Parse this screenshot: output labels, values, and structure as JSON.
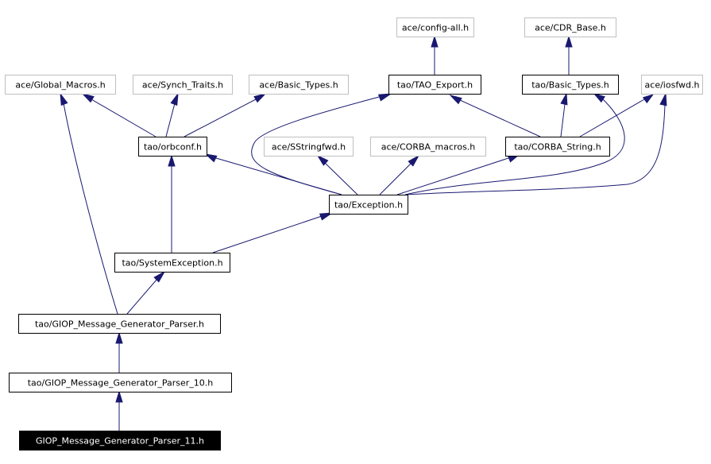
{
  "diagram": {
    "nodes": [
      {
        "id": "config_all",
        "label": "ace/config-all.h",
        "kind": "external"
      },
      {
        "id": "cdr_base",
        "label": "ace/CDR_Base.h",
        "kind": "external"
      },
      {
        "id": "global_macros",
        "label": "ace/Global_Macros.h",
        "kind": "external"
      },
      {
        "id": "synch_traits",
        "label": "ace/Synch_Traits.h",
        "kind": "external"
      },
      {
        "id": "ace_basic_types",
        "label": "ace/Basic_Types.h",
        "kind": "external"
      },
      {
        "id": "tao_export",
        "label": "tao/TAO_Export.h",
        "kind": "project"
      },
      {
        "id": "tao_basic_types",
        "label": "tao/Basic_Types.h",
        "kind": "project"
      },
      {
        "id": "iosfwd",
        "label": "ace/iosfwd.h",
        "kind": "external"
      },
      {
        "id": "orbconf",
        "label": "tao/orbconf.h",
        "kind": "project"
      },
      {
        "id": "sstringfwd",
        "label": "ace/SStringfwd.h",
        "kind": "external"
      },
      {
        "id": "corba_macros",
        "label": "ace/CORBA_macros.h",
        "kind": "external"
      },
      {
        "id": "corba_string",
        "label": "tao/CORBA_String.h",
        "kind": "project"
      },
      {
        "id": "exception",
        "label": "tao/Exception.h",
        "kind": "project"
      },
      {
        "id": "system_exception",
        "label": "tao/SystemException.h",
        "kind": "project"
      },
      {
        "id": "giop_parser",
        "label": "tao/GIOP_Message_Generator_Parser.h",
        "kind": "project"
      },
      {
        "id": "giop_parser_10",
        "label": "tao/GIOP_Message_Generator_Parser_10.h",
        "kind": "project"
      },
      {
        "id": "giop_parser_11",
        "label": "GIOP_Message_Generator_Parser_11.h",
        "kind": "current"
      }
    ],
    "edges": [
      {
        "from": "giop_parser_11",
        "to": "giop_parser_10"
      },
      {
        "from": "giop_parser_10",
        "to": "giop_parser"
      },
      {
        "from": "giop_parser",
        "to": "global_macros"
      },
      {
        "from": "giop_parser",
        "to": "system_exception"
      },
      {
        "from": "system_exception",
        "to": "orbconf"
      },
      {
        "from": "system_exception",
        "to": "exception"
      },
      {
        "from": "orbconf",
        "to": "global_macros"
      },
      {
        "from": "orbconf",
        "to": "synch_traits"
      },
      {
        "from": "orbconf",
        "to": "ace_basic_types"
      },
      {
        "from": "exception",
        "to": "orbconf"
      },
      {
        "from": "exception",
        "to": "tao_export"
      },
      {
        "from": "exception",
        "to": "sstringfwd"
      },
      {
        "from": "exception",
        "to": "corba_macros"
      },
      {
        "from": "exception",
        "to": "corba_string"
      },
      {
        "from": "exception",
        "to": "tao_basic_types"
      },
      {
        "from": "exception",
        "to": "iosfwd"
      },
      {
        "from": "tao_export",
        "to": "config_all"
      },
      {
        "from": "tao_basic_types",
        "to": "cdr_base"
      },
      {
        "from": "corba_string",
        "to": "tao_export"
      },
      {
        "from": "corba_string",
        "to": "tao_basic_types"
      },
      {
        "from": "corba_string",
        "to": "iosfwd"
      }
    ]
  },
  "colors": {
    "edge": "#191970",
    "project_border": "#000000",
    "external_border": "#bfbfbf",
    "current_fill": "#000000",
    "current_text": "#ffffff"
  }
}
